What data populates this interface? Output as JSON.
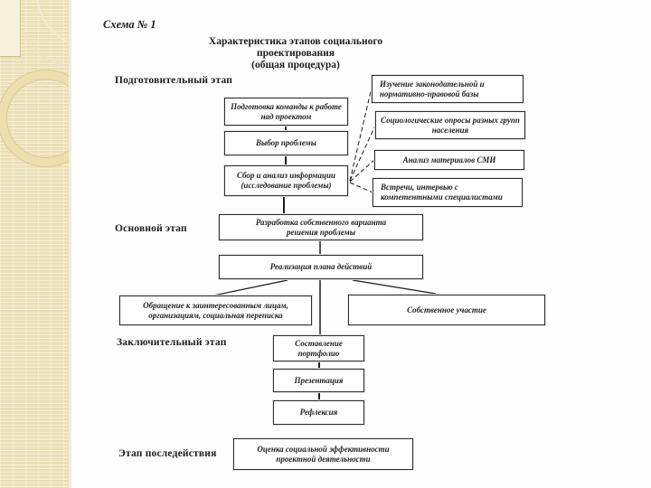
{
  "page": {
    "scheme_label": "Схема № 1",
    "title_line1": "Характеристика этапов социального проектирования",
    "title_line2": "(общая процедура)"
  },
  "stages": {
    "preparatory": "Подготовительный этап",
    "main": "Основной этап",
    "final": "Заключительный этап",
    "aftereffect": "Этап последействия"
  },
  "boxes": {
    "team_preparation": "Подготовка команды к работе над проектом",
    "problem_choice": "Выбор проблемы",
    "info_collection": "Сбор и анализ информации (исследование проблемы)",
    "legal_base": "Изучение законодательной и нормативно-правовой базы",
    "surveys": "Социологические опросы разных групп населения",
    "media_analysis": "Анализ материалов СМИ",
    "interviews": "Встречи, интервью с компетентными специалистами",
    "own_solution": "Разработка собственного варианта решения проблемы",
    "plan_realization": "Реализация плана действий",
    "appeal": "Обращение к заинтересованным лицам, организациям, социальная переписка",
    "own_participation": "Собственное участие",
    "portfolio": "Составление портфолио",
    "presentation": "Презентация",
    "reflection": "Рефлексия",
    "evaluation": "Оценка социальной эффективности проектной деятельности"
  },
  "colors": {
    "strip_beige": "#ece1b9",
    "strip_light": "#f6efd8",
    "box_border": "#2e2e2e",
    "connector_black": "#1c1c1c",
    "background": "#fefefe"
  }
}
